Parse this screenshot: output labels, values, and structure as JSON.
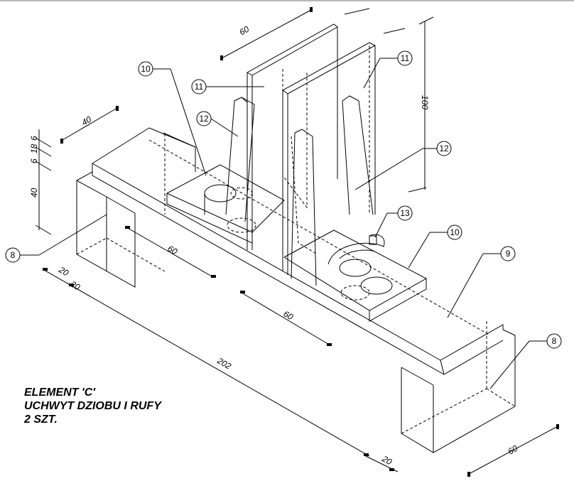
{
  "title_block": {
    "line1": "ELEMENT 'C'",
    "line2": "UCHWYT DZIOBU I RUFY",
    "line3": "2 SZT."
  },
  "callouts": [
    "10",
    "11",
    "12",
    "11",
    "12",
    "13",
    "10",
    "9",
    "8",
    "8"
  ],
  "dimensions": {
    "top_width": "60",
    "left_depth": "40",
    "stack_a": "6",
    "stack_b": "18",
    "stack_c": "6",
    "left_height": "40",
    "right_height": "100",
    "inner_a": "60",
    "left_20a": "20",
    "left_20b": "20",
    "inner_b": "60",
    "total_length": "202",
    "right_20": "20",
    "right_depth": "60"
  }
}
